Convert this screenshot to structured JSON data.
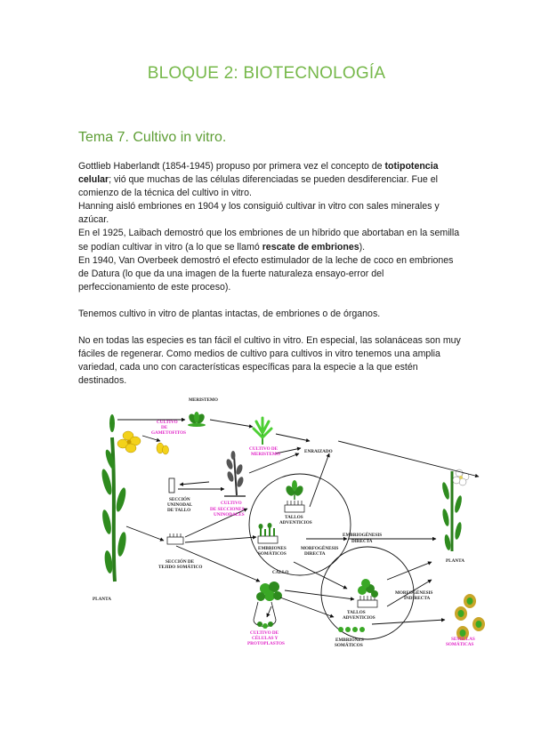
{
  "header": {
    "title": "BLOQUE 2: BIOTECNOLOGÍA"
  },
  "section": {
    "title": "Tema 7. Cultivo in vitro."
  },
  "paragraphs": {
    "p1": [
      {
        "t": "Gottlieb Haberlandt (1854-1945) propuso por primera vez el concepto de "
      },
      {
        "t": "totipotencia celular",
        "b": true
      },
      {
        "t": "; vió que muchas de las células diferenciadas se pueden desdiferenciar. Fue el comienzo de la técnica del cultivo in vitro."
      }
    ],
    "p2": [
      {
        "t": "Hanning aisló embriones en 1904 y los consiguió cultivar in vitro con sales minerales y azúcar."
      }
    ],
    "p3": [
      {
        "t": "En el 1925, Laibach demostró que los embriones de un híbrido que abortaban en la semilla se podían cultivar in vitro (a lo que se llamó "
      },
      {
        "t": "rescate de embriones",
        "b": true
      },
      {
        "t": ")."
      }
    ],
    "p4": [
      {
        "t": "En 1940, Van Overbeek demostró el efecto estimulador de la leche de coco en embriones de Datura (lo que da una imagen de la fuerte naturaleza ensayo-error del perfeccionamiento de este proceso)."
      }
    ],
    "p5": [
      {
        "t": "Tenemos cultivo in vitro de plantas intactas, de embriones o de órganos."
      }
    ],
    "p6": [
      {
        "t": "No en todas las especies es tan fácil el cultivo in vitro. En especial, las solanáceas son muy fáciles de regenerar.  Como medios de cultivo para cultivos in vitro tenemos una amplia variedad, cada uno con características específicas para la especie a la que estén destinados."
      }
    ]
  },
  "diagram": {
    "labels": {
      "meristemo": "MERISTEMO",
      "cultivo_gametofitos_1": "CULTIVO",
      "cultivo_gametofitos_2": "DE",
      "cultivo_gametofitos_3": "GAMETOFITOS",
      "cultivo_meristemo_1": "CULTIVO DE",
      "cultivo_meristemo_2": "MERISTEMO",
      "enraizado": "ENRAIZADO",
      "seccion_uninodal_1": "SECCIÓN",
      "seccion_uninodal_2": "UNINODAL",
      "seccion_uninodal_3": "DE TALLO",
      "cultivo_secciones_1": "CULTIVO",
      "cultivo_secciones_2": "DE SECCIONES",
      "cultivo_secciones_3": "UNINODALES",
      "tallos_adv_1": "TALLOS",
      "tallos_adv_2": "ADVENTICIOS",
      "embriogenesis_1": "EMBRIOGÉNESIS",
      "embriogenesis_2": "DIRECTA",
      "seccion_tejido_1": "SECCIÓN DE",
      "seccion_tejido_2": "TEJIDO SOMÁTICO",
      "embriones_som_1": "EMBRIONES",
      "embriones_som_2": "SOMÁTICOS",
      "morfo_directa_1": "MORFOGÉNESIS",
      "morfo_directa_2": "DIRECTA",
      "planta_right": "PLANTA",
      "callo": "CALLO",
      "planta_left": "PLANTA",
      "tallos_adv2_1": "TALLOS",
      "tallos_adv2_2": "ADVENTICIOS",
      "morfo_indirecta_1": "MORFOGÉNESIS",
      "morfo_indirecta_2": "INDIRECTA",
      "cultivo_celulas_1": "CULTIVO DE",
      "cultivo_celulas_2": "CÉLULAS Y",
      "cultivo_celulas_3": "PROTOPLASTOS",
      "embriones_som2_1": "EMBRIONES",
      "embriones_som2_2": "SOMÁTICOS",
      "semillas_1": "SEMILLAS",
      "semillas_2": "SOMÁTICAS"
    }
  },
  "colors": {
    "title_green": "#76b84a",
    "heading_green": "#5e9e35",
    "magenta": "#e01ec6",
    "leaf_green": "#2e8b1e",
    "flower_yellow": "#f3d21a"
  }
}
